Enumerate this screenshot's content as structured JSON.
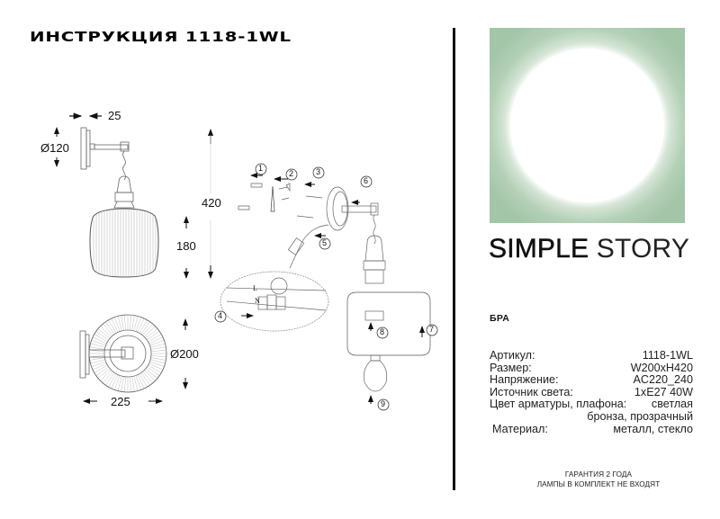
{
  "document": {
    "title": "ИНСТРУКЦИЯ 1118-1WL",
    "brand": {
      "strong": "SIMPLE",
      "light": "STORY"
    },
    "logo": {
      "background_color": "#a3c5a8",
      "circle_color": "#ffffff",
      "icon": "sun-circle-logo-icon"
    },
    "product_type": "БРА",
    "specs": [
      {
        "label": "Артикул:",
        "value": "1118-1WL"
      },
      {
        "label": "Размер:",
        "value": "W200xH420"
      },
      {
        "label": "Напряжение:",
        "value": "AC220_240"
      },
      {
        "label": "Источник света:",
        "value": "1xE27 40W"
      },
      {
        "label": "Цвет арматуры, плафона:",
        "value": "светлая",
        "continuation": "бронза, прозрачный"
      },
      {
        "label": "Материал:",
        "value": "металл, стекло"
      }
    ],
    "footer": {
      "line1": "ГАРАНТИЯ 2 ГОДА",
      "line2": "ЛАМПЫ В КОМПЛЕКТ НЕ ВХОДЯТ"
    }
  },
  "side_view": {
    "dimensions": {
      "depth_backplate": "25",
      "backplate_diameter": "Ø120",
      "total_height": "420",
      "shade_height": "180"
    }
  },
  "top_view": {
    "dimensions": {
      "shade_diameter": "Ø200",
      "projection": "225"
    }
  },
  "assembly_steps": [
    "1",
    "2",
    "3",
    "4",
    "5",
    "6",
    "7",
    "8",
    "9"
  ],
  "wiring_labels": {
    "live": "L",
    "neutral": "N"
  }
}
